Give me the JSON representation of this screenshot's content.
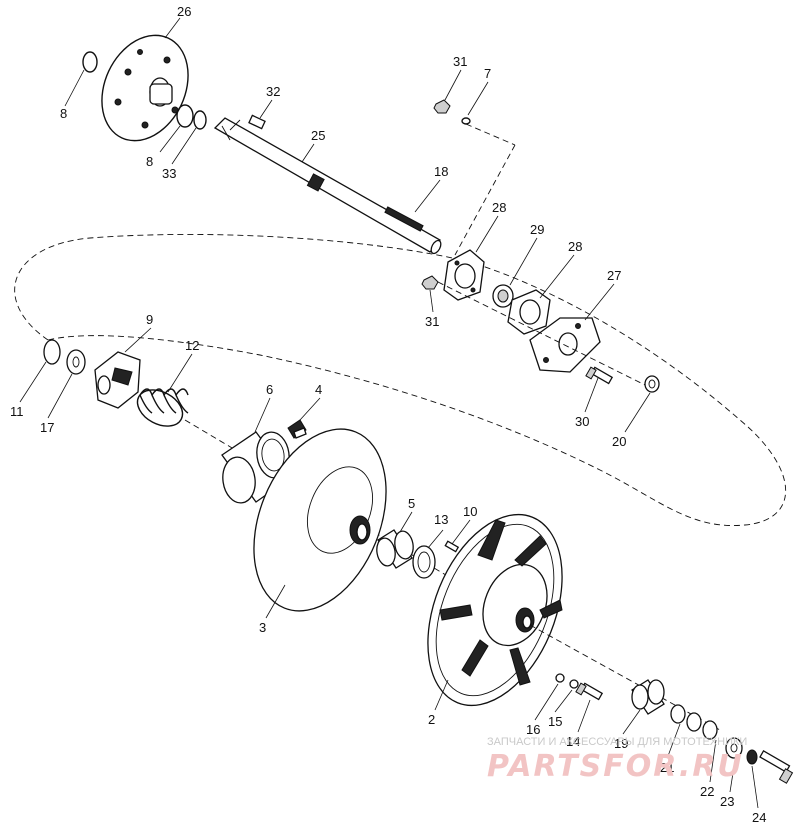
{
  "callouts": [
    "26",
    "8",
    "8",
    "33",
    "32",
    "25",
    "31",
    "7",
    "18",
    "28",
    "29",
    "28",
    "27",
    "31",
    "9",
    "12",
    "11",
    "17",
    "6",
    "4",
    "30",
    "20",
    "5",
    "10",
    "13",
    "3",
    "2",
    "16",
    "15",
    "14",
    "19",
    "21",
    "22",
    "23",
    "24"
  ],
  "watermark": {
    "text": "ЗАПЧАСТИ И АКСЕССУАРЫ ДЛЯ МОТОТЕХНИКИ",
    "logo": "PARTSFOR.RU"
  }
}
